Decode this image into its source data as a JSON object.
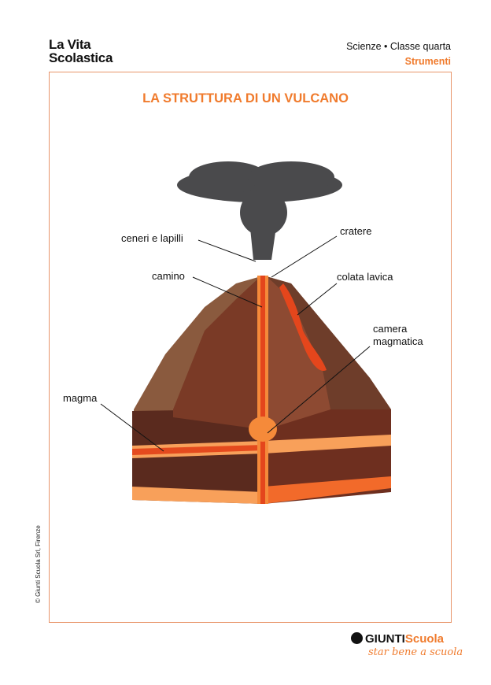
{
  "header": {
    "logo_line1": "La Vita",
    "logo_line2": "Scolastica",
    "subject": "Scienze • Classe quarta",
    "section": "Strumenti"
  },
  "title": "LA STRUTTURA DI UN VULCANO",
  "labels": {
    "ceneri": "ceneri e lapilli",
    "cratere": "cratere",
    "camino": "camino",
    "colata": "colata lavica",
    "camera_1": "camera",
    "camera_2": "magmatica",
    "magma": "magma"
  },
  "footer": {
    "copyright": "© Giunti Scuola Srl, Firenze",
    "brand_1": "GIUNTI",
    "brand_2": "Scuola",
    "slogan": "star bene a scuola"
  },
  "colors": {
    "accent": "#f07b2d"
  }
}
